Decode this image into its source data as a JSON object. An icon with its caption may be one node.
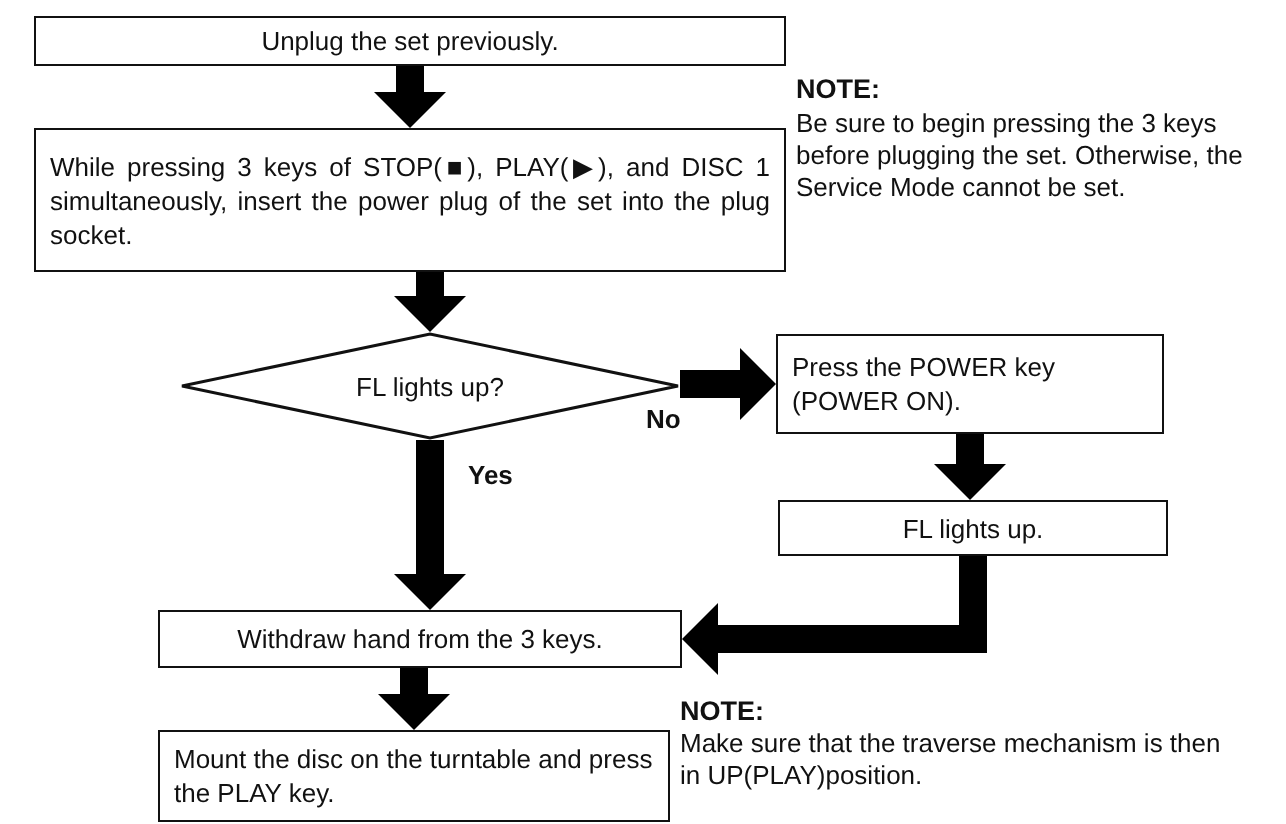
{
  "diagram": {
    "nodes": [
      {
        "text": [
          "Unplug the set previously."
        ]
      },
      {
        "text": [
          "While pressing 3 keys of STOP(■), PLAY(▶), and DISC 1 simultaneously, insert the power plug of the set into the plug socket."
        ]
      },
      {
        "text": [
          "FL lights up?"
        ]
      },
      {
        "text": [
          "Press the POWER key (POWER ON)."
        ]
      },
      {
        "text": [
          "FL lights up."
        ]
      },
      {
        "text": [
          "Withdraw hand from the 3 keys."
        ]
      },
      {
        "text": [
          "Mount the disc on the turntable and press the PLAY key."
        ]
      }
    ],
    "edges": [
      {
        "from": 0,
        "to": 1,
        "arrow": "to"
      },
      {
        "from": 1,
        "to": 2,
        "arrow": "to"
      },
      {
        "from": 2,
        "to": 3,
        "arrow": "to",
        "label": "No"
      },
      {
        "from": 2,
        "to": 5,
        "arrow": "to",
        "label": "Yes"
      },
      {
        "from": 3,
        "to": 4,
        "arrow": "to"
      },
      {
        "from": 4,
        "to": 5,
        "arrow": "to"
      },
      {
        "from": 5,
        "to": 6,
        "arrow": "to"
      }
    ],
    "labels": [
      "NOTE:",
      "Be sure to begin pressing the 3 keys before plugging the set. Otherwise, the Service Mode cannot be set.",
      "NOTE:",
      "Make sure that the traverse mechanism is then in UP(PLAY)position."
    ]
  }
}
